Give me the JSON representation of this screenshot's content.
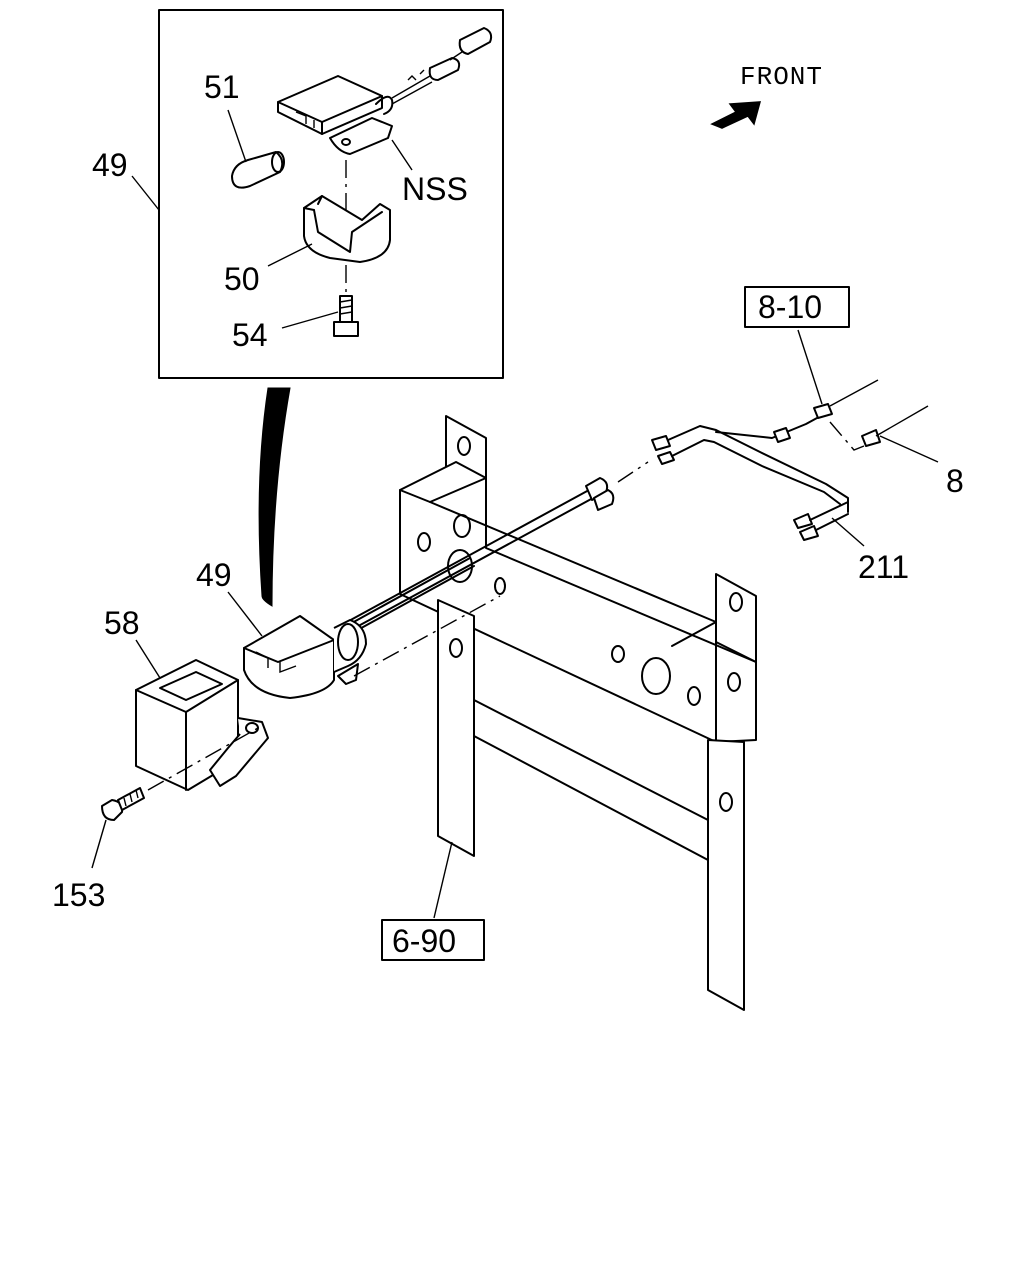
{
  "orientation": {
    "label": "FRONT",
    "icon": "arrow-icon"
  },
  "inset": {
    "callout": "49",
    "parts": [
      "51",
      "NSS",
      "50",
      "54"
    ]
  },
  "callouts": {
    "c49_inset": "49",
    "c51": "51",
    "cNSS": "NSS",
    "c50": "50",
    "c54": "54",
    "c49_main": "49",
    "c58": "58",
    "c153": "153",
    "c8": "8",
    "c211": "211"
  },
  "references": {
    "ref_8_10": "8-10",
    "ref_6_90": "6-90"
  }
}
